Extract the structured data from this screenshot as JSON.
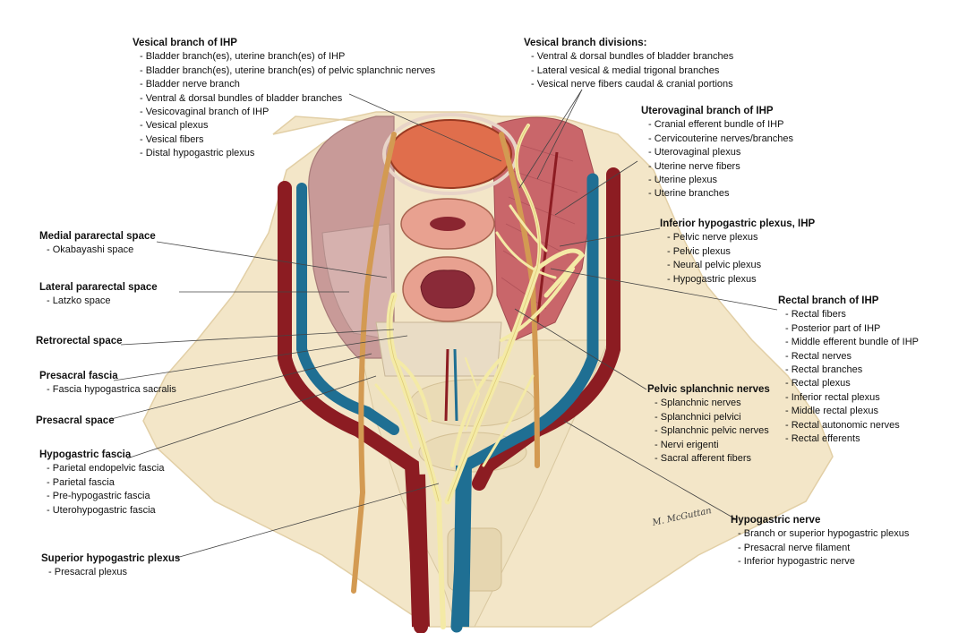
{
  "labels": [
    {
      "id": "vesical-branch",
      "title": "Vesical branch of IHP",
      "items": [
        "Bladder branch(es), uterine branch(es) of IHP",
        "Bladder branch(es), uterine branch(es) of pelvic splanchnic nerves",
        "Bladder nerve branch",
        "Ventral & dorsal bundles of bladder branches",
        "Vesicovaginal branch of IHP",
        "Vesical plexus",
        "Vesical fibers",
        "Distal hypogastric plexus"
      ]
    },
    {
      "id": "vesical-divisions",
      "title": "Vesical branch divisions:",
      "items": [
        "Ventral & dorsal bundles of bladder branches",
        "Lateral vesical & medial trigonal branches",
        "Vesical nerve fibers caudal & cranial portions"
      ]
    },
    {
      "id": "uterovaginal-branch",
      "title": "Uterovaginal branch of IHP",
      "items": [
        "Cranial efferent bundle of IHP",
        "Cervicouterine nerves/branches",
        "Uterovaginal plexus",
        "Uterine nerve fibers",
        "Uterine plexus",
        "Uterine branches"
      ]
    },
    {
      "id": "ihp",
      "title": "Inferior hypogastric plexus, IHP",
      "items": [
        "Pelvic nerve plexus",
        "Pelvic plexus",
        "Neural pelvic plexus",
        "Hypogastric plexus"
      ]
    },
    {
      "id": "rectal-branch",
      "title": "Rectal branch of IHP",
      "items": [
        "Rectal fibers",
        "Posterior part of IHP",
        "Middle efferent bundle of IHP",
        "Rectal nerves",
        "Rectal branches",
        "Rectal plexus",
        "Inferior rectal plexus",
        "Middle rectal plexus",
        "Rectal autonomic nerves",
        "Rectal efferents"
      ]
    },
    {
      "id": "pelvic-splanchnic",
      "title": "Pelvic splanchnic nerves",
      "items": [
        "Splanchnic nerves",
        "Splanchnici pelvici",
        "Splanchnic pelvic nerves",
        "Nervi erigenti",
        "Sacral afferent fibers"
      ]
    },
    {
      "id": "hypogastric-nerve",
      "title": "Hypogastric nerve",
      "items": [
        "Branch or superior hypogastric plexus",
        "Presacral nerve filament",
        "Inferior hypogastric nerve"
      ]
    },
    {
      "id": "medial-pararectal",
      "title": "Medial pararectal space",
      "items": [
        "Okabayashi space"
      ]
    },
    {
      "id": "lateral-pararectal",
      "title": "Lateral pararectal space",
      "items": [
        "Latzko space"
      ]
    },
    {
      "id": "retrorectal",
      "title": "Retrorectal space",
      "items": []
    },
    {
      "id": "presacral-fascia",
      "title": "Presacral fascia",
      "items": [
        "Fascia hypogastrica sacralis"
      ]
    },
    {
      "id": "presacral-space",
      "title": "Presacral space",
      "items": []
    },
    {
      "id": "hypogastric-fascia",
      "title": "Hypogastric fascia",
      "items": [
        "Parietal endopelvic fascia",
        "Parietal fascia",
        "Pre-hypogastric fascia",
        "Uterohypogastric fascia"
      ]
    },
    {
      "id": "superior-hypogastric",
      "title": "Superior hypogastric plexus",
      "items": [
        "Presacral plexus"
      ]
    }
  ],
  "signature": "M. McGuttan",
  "colors": {
    "bone": "#f3e6c8",
    "bone_edge": "#e2cfa6",
    "artery": "#8c1c22",
    "vein": "#1f6f93",
    "nerve": "#f4eaa6",
    "nerve_edge": "#d8c46a",
    "muscle": "#c9666a",
    "peritoneum": "#c89a98",
    "bladder": "#e06e4c",
    "leader": "#444444"
  }
}
